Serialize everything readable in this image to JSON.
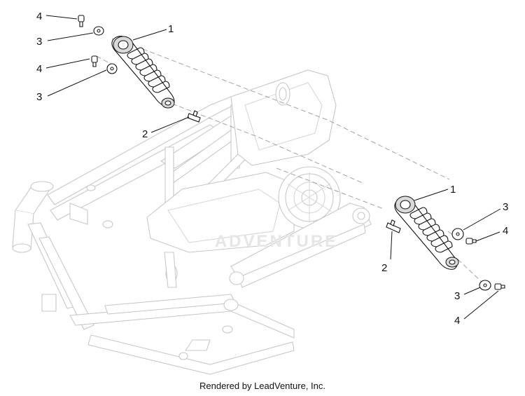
{
  "callouts": [
    {
      "id": "c1",
      "label": "4"
    },
    {
      "id": "c2",
      "label": "3"
    },
    {
      "id": "c3",
      "label": "4"
    },
    {
      "id": "c4",
      "label": "3"
    },
    {
      "id": "c5",
      "label": "1"
    },
    {
      "id": "c6",
      "label": "2"
    },
    {
      "id": "c7",
      "label": "1"
    },
    {
      "id": "c8",
      "label": "3"
    },
    {
      "id": "c9",
      "label": "4"
    },
    {
      "id": "c10",
      "label": "2"
    },
    {
      "id": "c11",
      "label": "3"
    },
    {
      "id": "c12",
      "label": "4"
    }
  ],
  "watermark": "ADVENTURE",
  "footer": "Rendered by LeadVenture, Inc."
}
